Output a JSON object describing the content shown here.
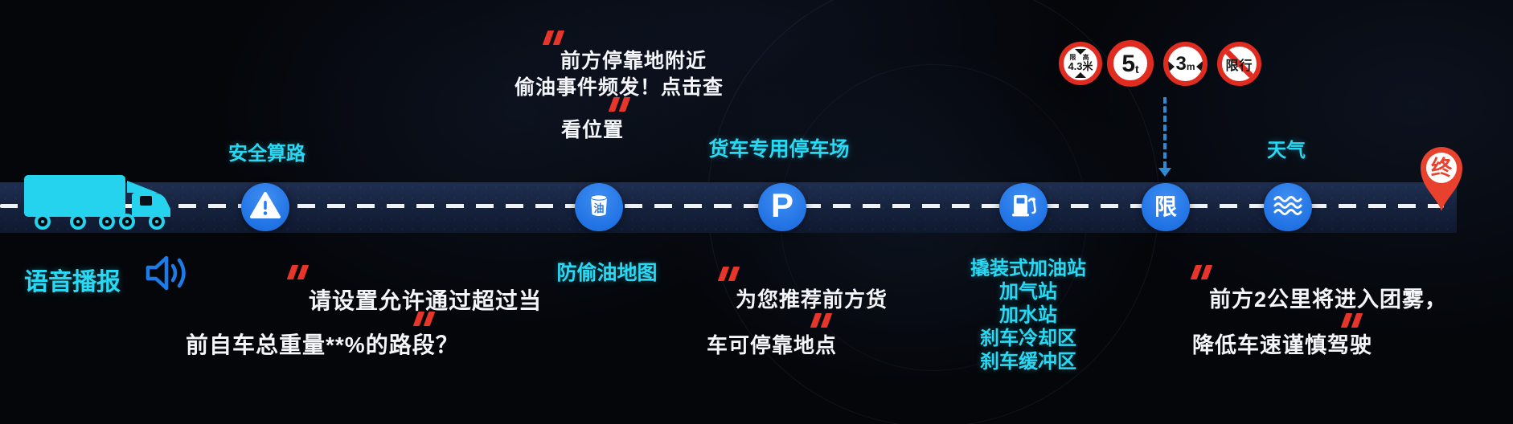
{
  "stations": {
    "safety": {
      "label": "安全算路"
    },
    "oil": {
      "label": "防偷油地图",
      "icon_char": "油"
    },
    "parking": {
      "label": "货车专用停车场",
      "icon_letter": "P"
    },
    "fuel": {
      "services": [
        "撬装式加油站",
        "加气站",
        "加水站",
        "刹车冷却区",
        "刹车缓冲区"
      ]
    },
    "restriction": {
      "icon_char": "限"
    },
    "weather": {
      "label": "天气"
    }
  },
  "voice": {
    "label": "语音播报"
  },
  "quotes": {
    "voice": {
      "lines": [
        "请设置允许通过超过当",
        "前自车总重量**%的路段？"
      ]
    },
    "oil": {
      "lines": [
        "前方停靠地附近",
        "偷油事件频发！点击查",
        "看位置"
      ]
    },
    "parking": {
      "lines": [
        "为您推荐前方货",
        "车可停靠地点"
      ]
    },
    "weather": {
      "lines": [
        "前方2公里将进入团雾，",
        "降低车速谨慎驾驶"
      ]
    }
  },
  "signs": {
    "height": {
      "label_top": "限 高",
      "value": "4.3米"
    },
    "weight": {
      "value": "5",
      "unit": "t"
    },
    "width": {
      "value": "3",
      "unit": "m"
    },
    "restricted": {
      "text": "限行"
    }
  },
  "end_marker": {
    "char": "终"
  },
  "colors": {
    "accent_cyan": "#29d9f3",
    "circle_blue": "#2b7ce9",
    "quote_red": "#e8352a",
    "pin_red": "#e8422e",
    "truck_cyan": "#25d3ee"
  }
}
